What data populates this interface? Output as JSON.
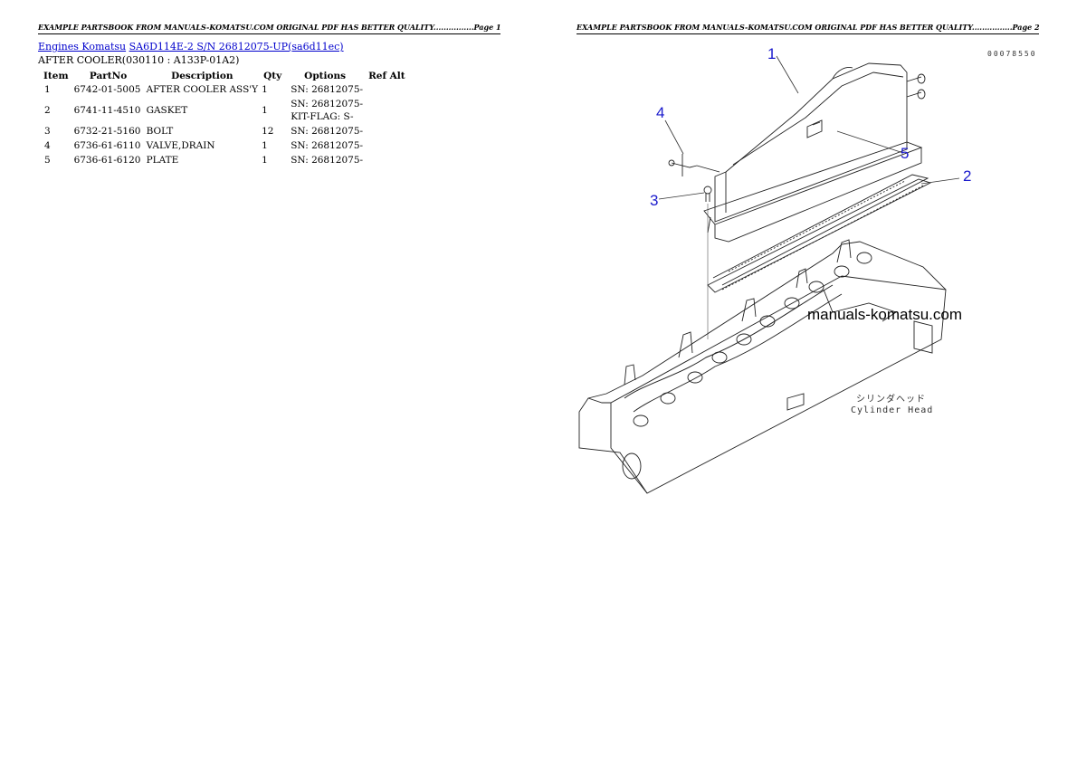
{
  "page1": {
    "header": "EXAMPLE PARTSBOOK FROM MANUALS-KOMATSU.COM ORIGINAL PDF HAS BETTER QUALITY................Page 1",
    "breadcrumb": [
      {
        "label": "Engines Komatsu"
      },
      {
        "label": "SA6D114E-2 S/N 26812075-UP(sa6d11ec)"
      }
    ],
    "subtitle": "AFTER COOLER(030110 : A133P-01A2)",
    "table": {
      "columns": [
        "Item",
        "PartNo",
        "Description",
        "Qty",
        "Options",
        "Ref Alt"
      ],
      "rows": [
        {
          "item": "1",
          "partno": "6742-01-5005",
          "description": "AFTER COOLER ASS'Y",
          "qty": "1",
          "options": [
            "SN: 26812075-"
          ],
          "refalt": ""
        },
        {
          "item": "2",
          "partno": "6741-11-4510",
          "description": "GASKET",
          "qty": "1",
          "options": [
            "SN: 26812075-",
            "KIT-FLAG: S-"
          ],
          "refalt": ""
        },
        {
          "item": "3",
          "partno": "6732-21-5160",
          "description": "BOLT",
          "qty": "12",
          "options": [
            "SN: 26812075-"
          ],
          "refalt": ""
        },
        {
          "item": "4",
          "partno": "6736-61-6110",
          "description": "VALVE,DRAIN",
          "qty": "1",
          "options": [
            "SN: 26812075-"
          ],
          "refalt": ""
        },
        {
          "item": "5",
          "partno": "6736-61-6120",
          "description": "PLATE",
          "qty": "1",
          "options": [
            "SN: 26812075-"
          ],
          "refalt": ""
        }
      ]
    }
  },
  "page2": {
    "header": "EXAMPLE PARTSBOOK FROM MANUALS-KOMATSU.COM ORIGINAL PDF HAS BETTER QUALITY................Page 2",
    "drawing_code": "00078550",
    "callouts": [
      "1",
      "2",
      "3",
      "4",
      "5"
    ],
    "watermark": "manuals-komatsu.com",
    "caption_jp": "シリンダヘッド",
    "caption_en": "Cylinder Head",
    "callout_color": "#1a1acc"
  }
}
